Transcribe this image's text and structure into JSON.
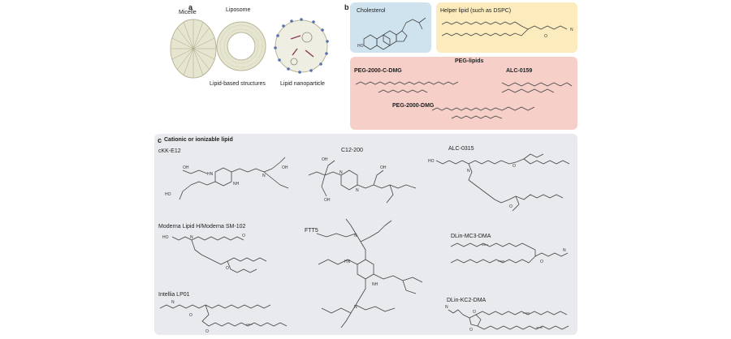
{
  "panel_a": {
    "letter": "a",
    "micelle": "Micelle",
    "liposome": "Liposome",
    "lipid_based": "Lipid-based structures",
    "lipid_nanoparticle": "Lipid nanoparticle"
  },
  "panel_b": {
    "letter": "b",
    "cholesterol": "Cholesterol",
    "helper": "Helper lipid (such as DSPC)",
    "peg_lipids": "PEG-lipids",
    "peg_c_dmg": "PEG-2000-C-DMG",
    "alc0159": "ALC-0159",
    "peg_dmg": "PEG-2000-DMG"
  },
  "panel_c": {
    "letter": "c",
    "title": "Cationic or ionizable lipid",
    "ckk": "cKK-E12",
    "c12": "C12-200",
    "alc0315": "ALC-0315",
    "moderna": "Moderna Lipid H/Moderna SM-102",
    "ftt5": "FTT5",
    "mc3": "DLin-MC3-DMA",
    "intellia": "Intellia LP01",
    "kc2": "DLin-KC2-DMA"
  },
  "atoms": {
    "ho": "HO",
    "oh": "OH",
    "n": "N",
    "o": "O",
    "h": "H",
    "nh": "NH",
    "hn": "HN"
  },
  "colors": {
    "cholesterol_bg": "#cfe3ef",
    "helper_bg": "#fbebbd",
    "peg_bg": "#f6cfc9",
    "cationic_bg": "#e9eaee",
    "sphere_fill": "#e6e5cf",
    "bead": "#5a6fb0"
  }
}
